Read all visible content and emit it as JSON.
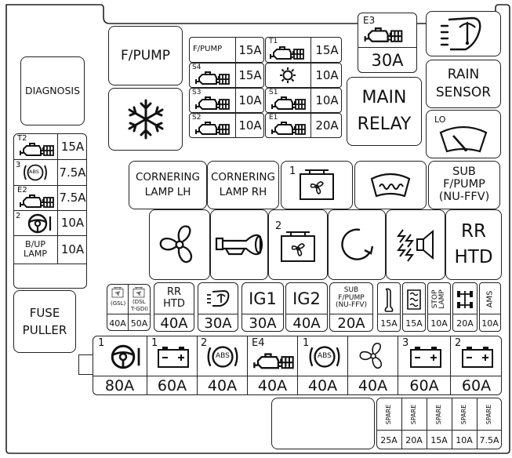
{
  "labels": {
    "diagnosis": "DIAGNOSIS",
    "f_pump": "F/PUMP",
    "fuse_puller_1": "FUSE",
    "fuse_puller_2": "PULLER",
    "main_relay_1": "MAIN",
    "main_relay_2": "RELAY",
    "rain_sensor_1": "RAIN",
    "rain_sensor_2": "SENSOR",
    "lo": "LO",
    "cornering_lh_1": "CORNERING",
    "cornering_lh_2": "LAMP LH",
    "cornering_rh_1": "CORNERING",
    "cornering_rh_2": "LAMP RH",
    "sub_fpump_1": "SUB",
    "sub_fpump_2": "F/PUMP",
    "sub_fpump_3": "(NU-FFV)",
    "rr_htd_1": "RR",
    "rr_htd_2": "HTD",
    "e3": "E3",
    "e3_amp": "30A"
  },
  "mini_fuses": [
    {
      "label": "F/PUMP",
      "amp": "15A"
    },
    {
      "label": "T1",
      "amp": "15A"
    },
    {
      "label": "S4",
      "amp": "15A"
    },
    {
      "label": "",
      "amp": "10A"
    },
    {
      "label": "S3",
      "amp": "10A"
    },
    {
      "label": "S1",
      "amp": "10A"
    },
    {
      "label": "S2",
      "amp": "10A"
    },
    {
      "label": "E1",
      "amp": "20A"
    }
  ],
  "left_fuses": [
    {
      "label": "T2",
      "amp": "15A"
    },
    {
      "label": "3",
      "amp": "7.5A",
      "sub": "ABS"
    },
    {
      "label": "E2",
      "amp": "7.5A"
    },
    {
      "label": "2",
      "amp": "10A"
    },
    {
      "label": "B/UP",
      "label2": "LAMP",
      "amp": "10A"
    }
  ],
  "middle_fuses": {
    "gsl": "(GSL)",
    "dsl_1": "(DSL",
    "dsl_2": "T-GDI)",
    "amp_40": "40A",
    "amp_50": "50A",
    "rr_htd_1": "RR",
    "rr_htd_2": "HTD",
    "rr_htd_amp": "40A",
    "mirror_amp": "30A",
    "ig1": "IG1",
    "ig1_amp": "30A",
    "ig2": "IG2",
    "ig2_amp": "40A",
    "sub_1": "SUB",
    "sub_2": "F/PUMP",
    "sub_3": "(NU-FFV)",
    "sub_amp": "20A",
    "horn_amp": "15A",
    "defrost_amp": "15A",
    "stop_lamp_1": "STOP",
    "stop_lamp_2": "LAMP",
    "stop_amp": "10A",
    "awd_amp": "20A",
    "ams": "AMS",
    "ams_amp": "10A"
  },
  "bottom_fuses": [
    {
      "num": "1",
      "amp": "80A"
    },
    {
      "num": "1",
      "amp": "60A"
    },
    {
      "num": "2",
      "amp": "40A",
      "sub": "ABS"
    },
    {
      "num": "E4",
      "amp": "40A"
    },
    {
      "num": "1",
      "amp": "40A",
      "sub": "ABS"
    },
    {
      "num": "",
      "amp": "40A"
    },
    {
      "num": "3",
      "amp": "60A"
    },
    {
      "num": "2",
      "amp": "60A"
    }
  ],
  "relay_numbers": {
    "fan_relay_1": "1",
    "fan_relay_2": "2"
  },
  "spares": [
    {
      "label": "SPARE",
      "amp": "25A"
    },
    {
      "label": "SPARE",
      "amp": "20A"
    },
    {
      "label": "SPARE",
      "amp": "15A"
    },
    {
      "label": "SPARE",
      "amp": "10A"
    },
    {
      "label": "SPARE",
      "amp": "7.5A"
    }
  ],
  "colors": {
    "line": "#222222",
    "background": "#ffffff"
  }
}
